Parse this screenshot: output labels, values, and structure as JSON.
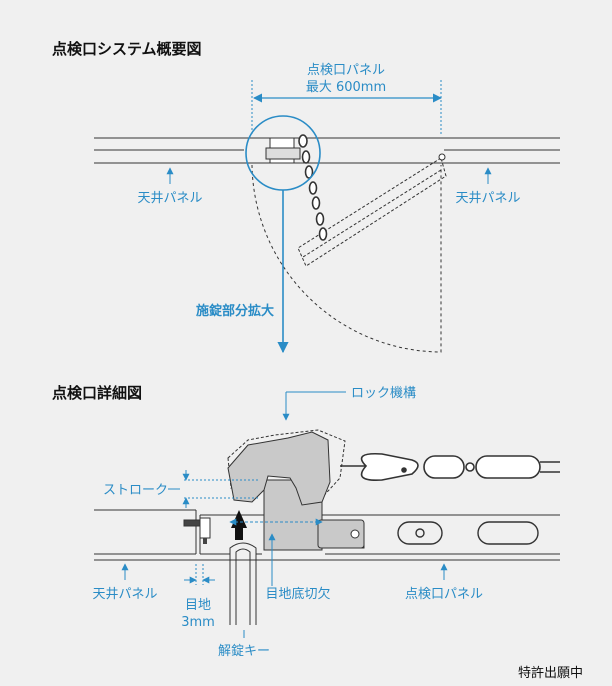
{
  "overview": {
    "title": "点検口システム概要図",
    "panel_width_label_1": "点検口パネル",
    "panel_width_label_2": "最大 600mm",
    "ceiling_left": "天井パネル",
    "ceiling_right": "天井パネル",
    "lock_zoom": "施錠部分拡大"
  },
  "detail": {
    "title": "点検口詳細図",
    "lock_mechanism": "ロック機構",
    "stroke": "ストローク",
    "ceiling_panel": "天井パネル",
    "joint_1": "目地",
    "joint_2": "3mm",
    "notch": "目地底切欠",
    "access_panel": "点検口パネル",
    "key": "解錠キー"
  },
  "footer": {
    "patent": "特許出願中"
  },
  "colors": {
    "accent": "#2a8cc6",
    "line": "#333333",
    "part_fill": "#c9c9c9",
    "background": "#f0f0f0"
  }
}
